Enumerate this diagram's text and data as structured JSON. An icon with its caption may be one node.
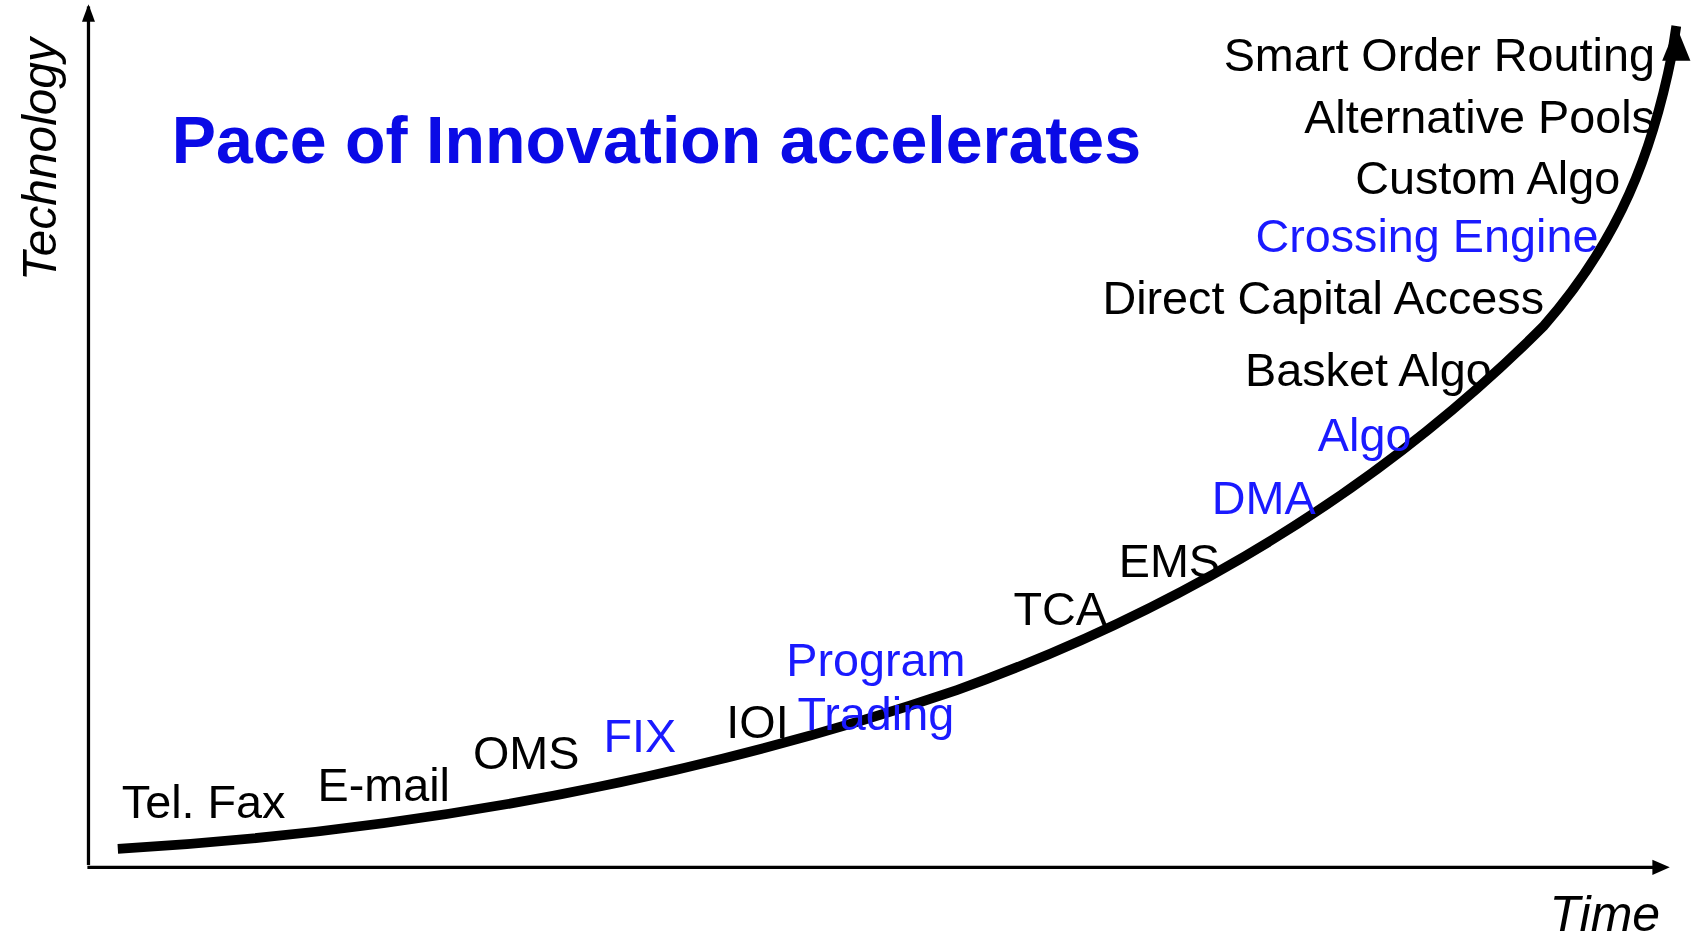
{
  "diagram": {
    "labels": [
      "Technology",
      "Pace of Innovation accelerates",
      "Smart Order Routing",
      "Alternative Pools",
      "Custom Algo",
      "Crossing Engine",
      "Direct Capital Access",
      "Basket Algo",
      "Algo",
      "DMA",
      "EMS",
      "TCA",
      "Program Trading",
      "IOI",
      "FIX",
      "OMS",
      "E-mail",
      "Tel. Fax",
      "Time"
    ]
  }
}
